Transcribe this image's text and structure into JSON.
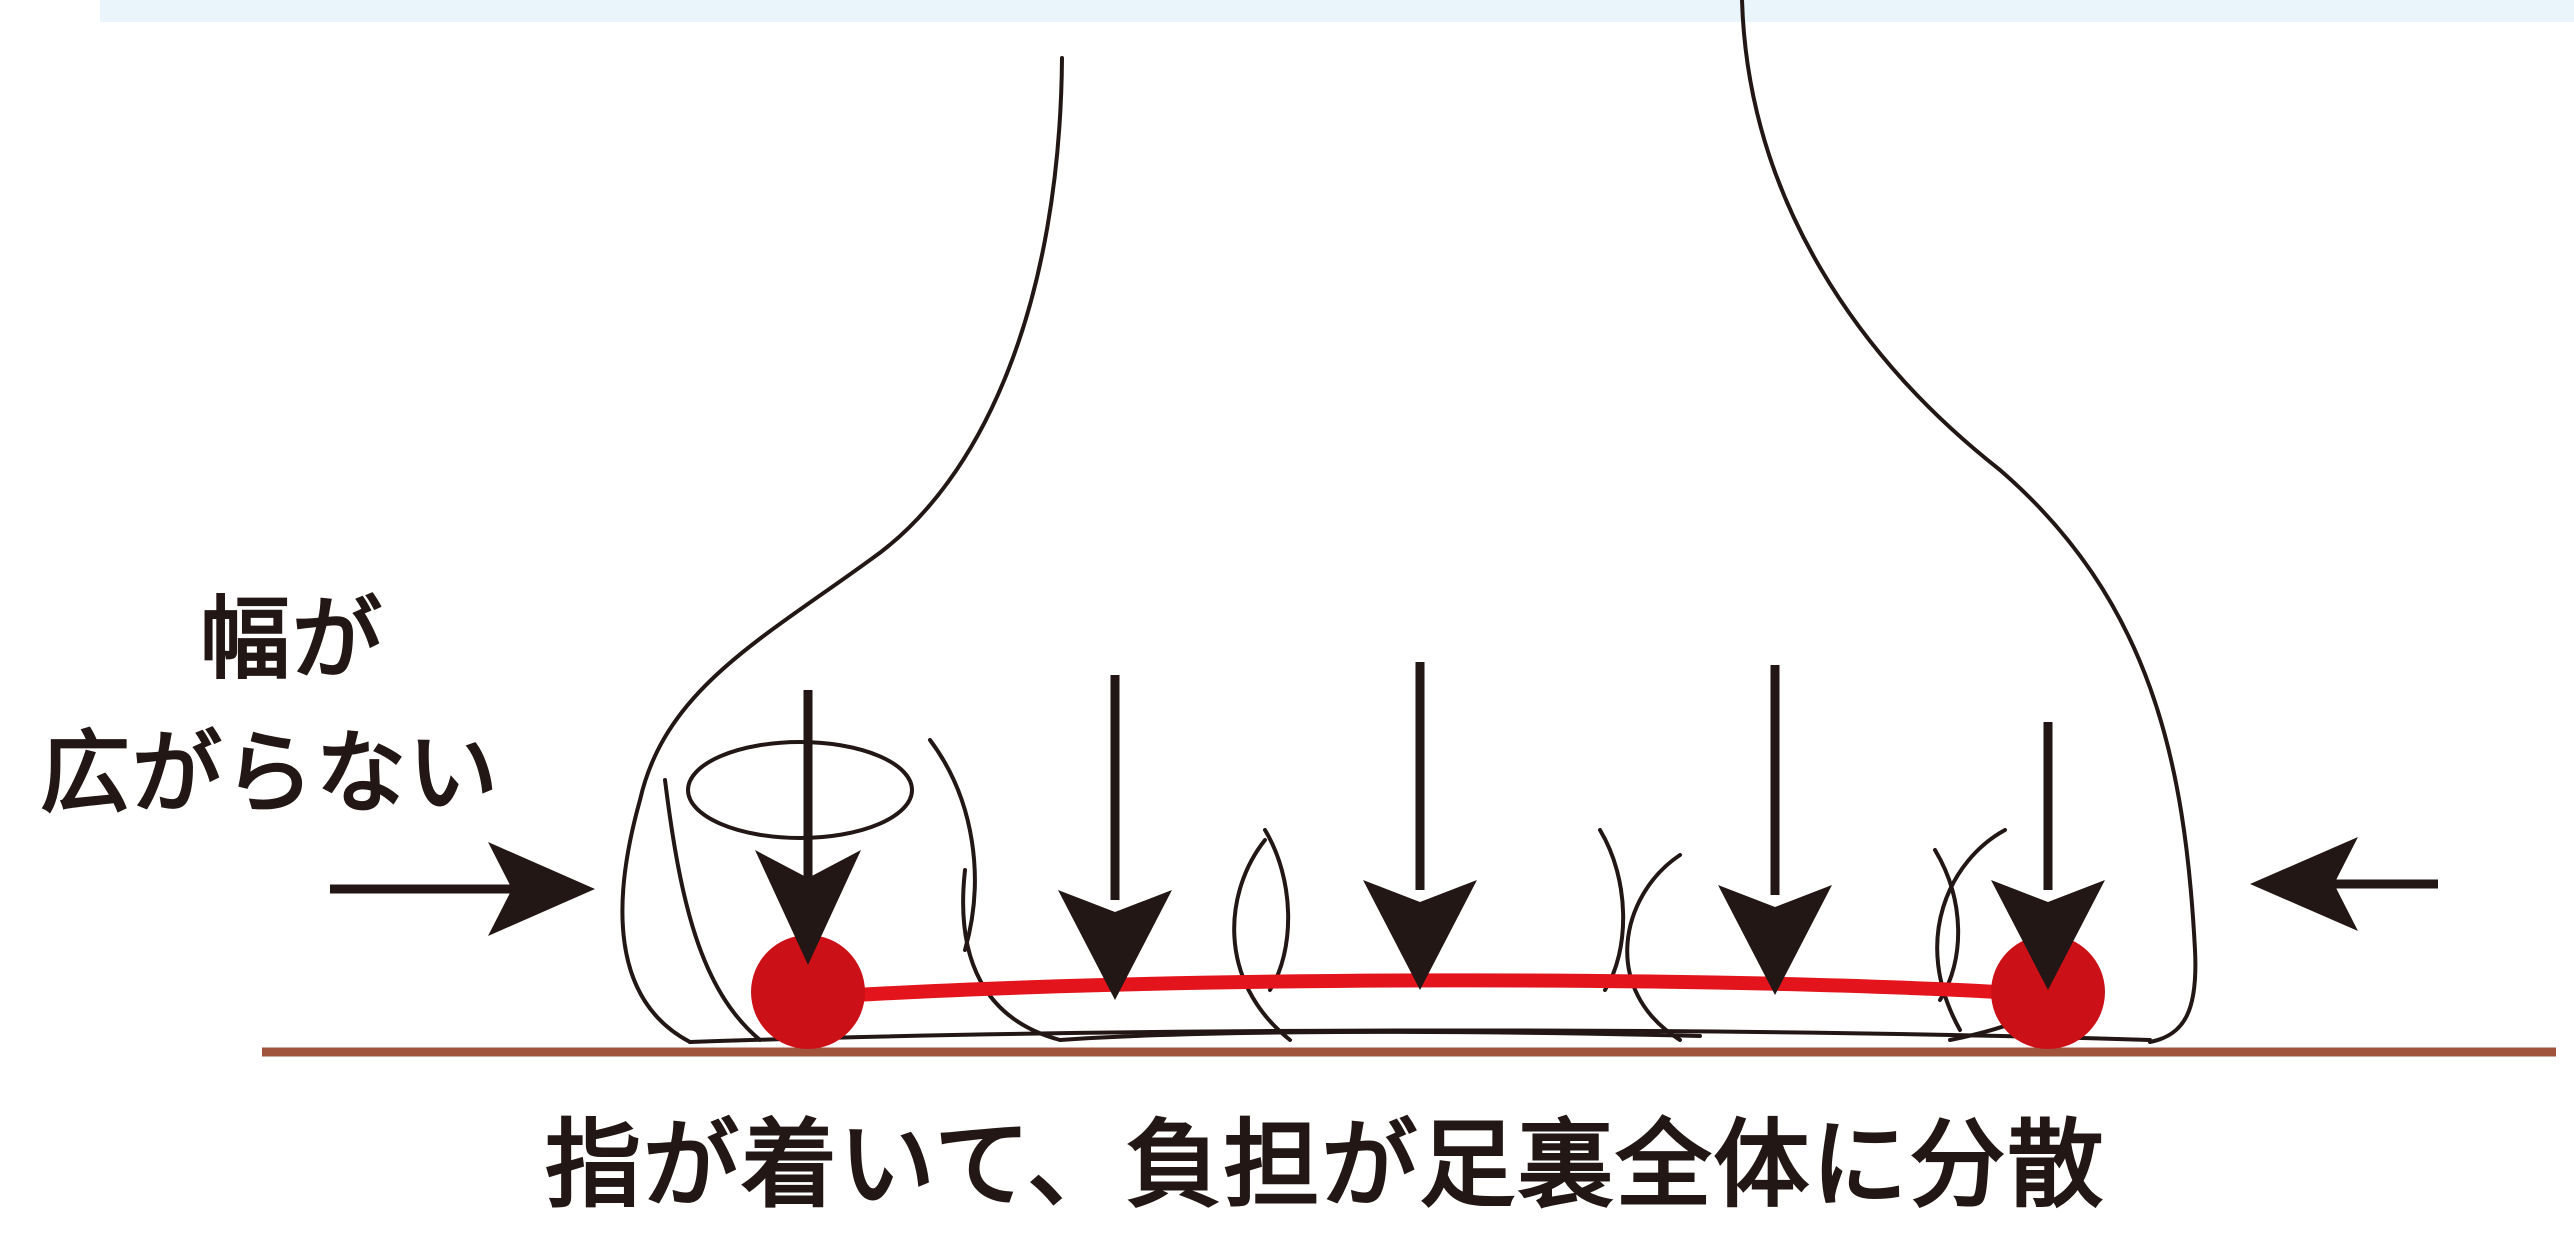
{
  "labels": {
    "side_line1": "幅が",
    "side_line2": "広がらない",
    "caption": "指が着いて、負担が足裏全体に分散"
  },
  "colors": {
    "ink": "#221714",
    "arch_line": "#e3141c",
    "contact_point": "#cc1018",
    "ground": "#a0543c",
    "top_band": "#e9f4fb"
  }
}
